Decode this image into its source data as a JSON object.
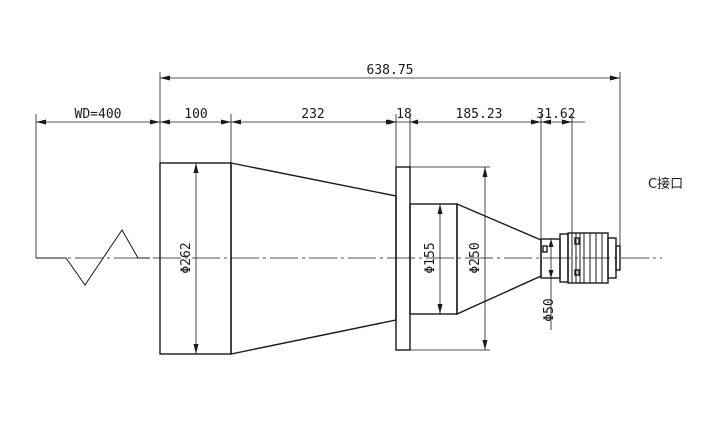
{
  "dimensions": {
    "overall_length": "638.75",
    "working_distance": "WD=400",
    "segment_front": "100",
    "segment_cone": "232",
    "segment_flange": "18",
    "segment_rear_cone": "185.23",
    "segment_mount": "31.62"
  },
  "diameters": {
    "front": "Φ262",
    "rear_barrel": "Φ155",
    "flange": "Φ250",
    "mount": "Φ50"
  },
  "labels": {
    "mount_type": "C接口"
  }
}
